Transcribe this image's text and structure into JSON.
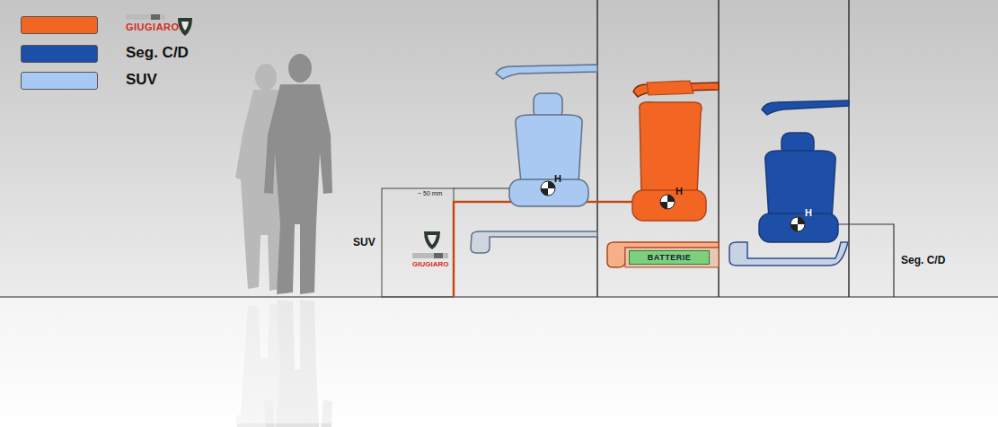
{
  "diagram": {
    "nodes": [
      {
        "text": [
          "BATTERIE"
        ]
      }
    ],
    "labels": [
      "H",
      "H",
      "H",
      "~ 50 mm",
      "SUV",
      "GIUGIARO",
      "Seg. C/D"
    ],
    "legend": [
      {
        "text": "GIUGIARO",
        "color": "#f26522"
      },
      {
        "text": "Seg. C/D",
        "color": "#1e4fa8"
      },
      {
        "text": "SUV",
        "color": "#a9c9f2"
      }
    ]
  }
}
